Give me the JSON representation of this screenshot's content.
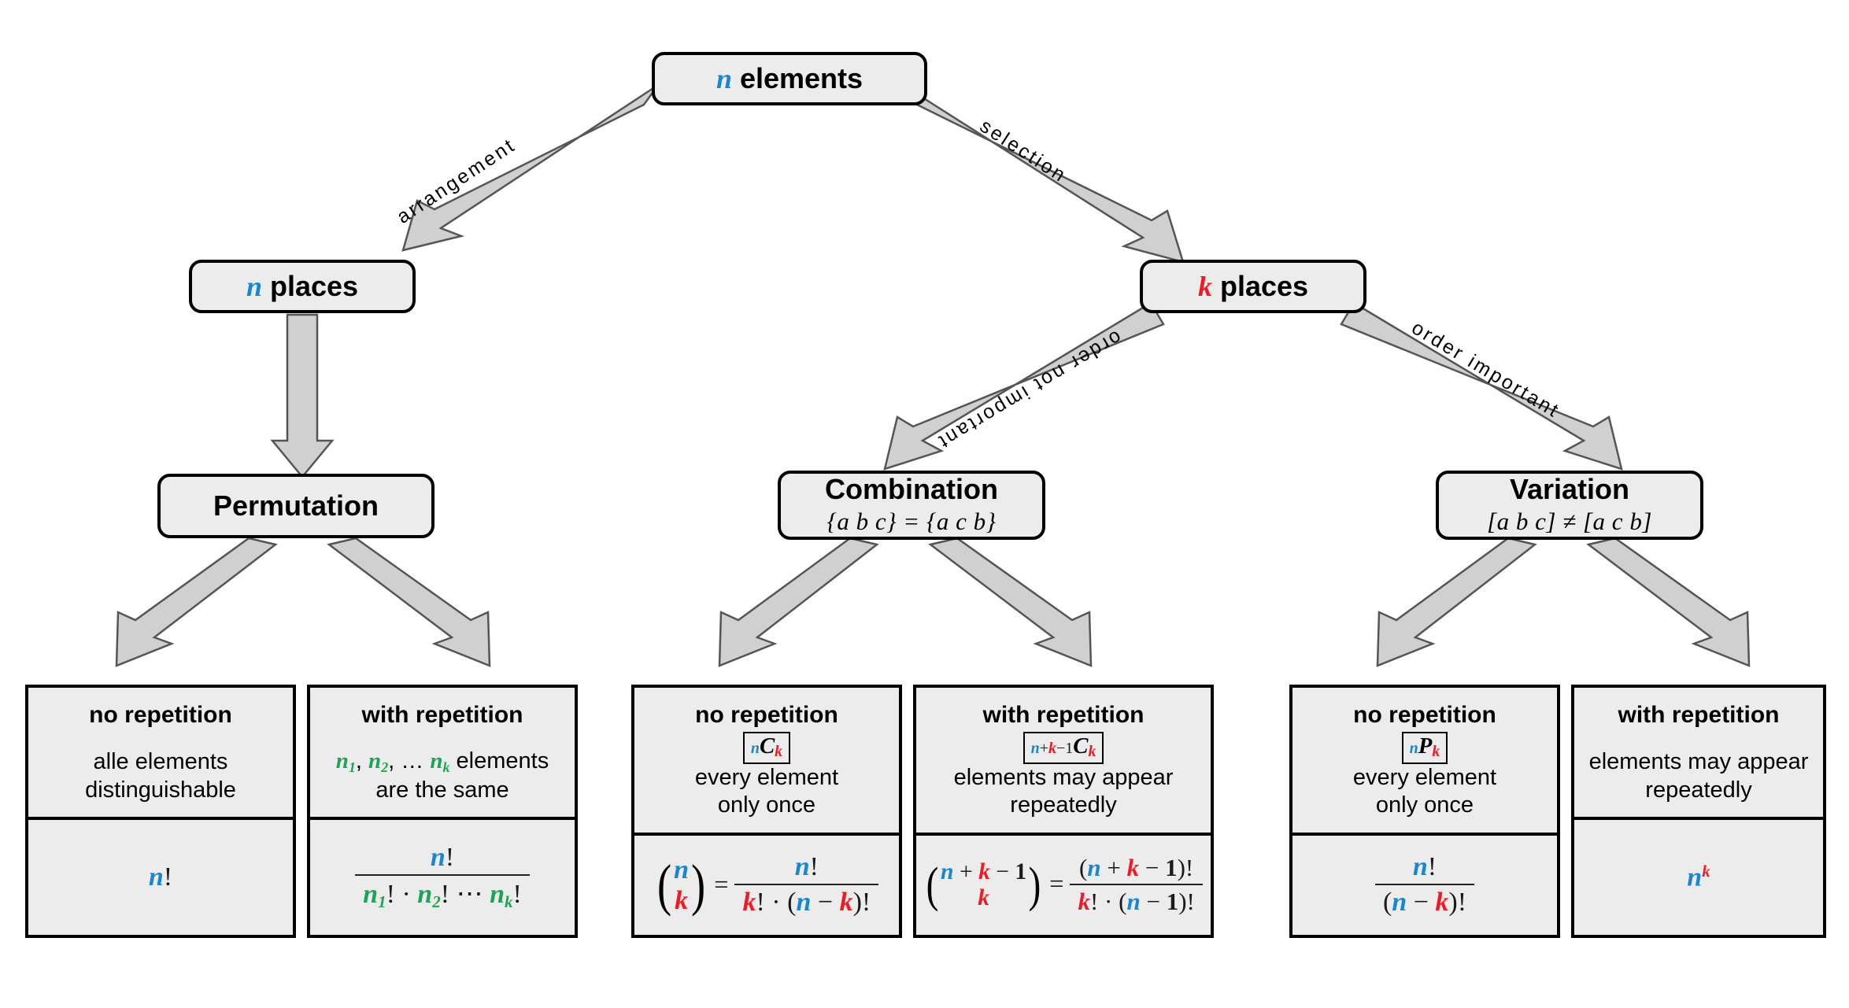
{
  "diagram": {
    "title": "Combinatorics decision tree",
    "colors": {
      "n": "#1a86d0",
      "k": "#ef1a24",
      "ni": "#1fa255",
      "box_fill": "#ececec",
      "box_border": "#000000",
      "arrow_fill": "#d0d0d0"
    }
  },
  "nodes": {
    "root": {
      "label_n": "n",
      "label_rest": " elements"
    },
    "n_places": {
      "label_n": "n",
      "label_rest": " places"
    },
    "k_places": {
      "label_k": "k",
      "label_rest": " places"
    },
    "permutation": {
      "title": "Permutation",
      "sub": ""
    },
    "combination": {
      "title": "Combination",
      "sub": "{a b c} = {a c b}"
    },
    "variation": {
      "title": "Variation",
      "sub": "[a b c] ≠ [a c b]"
    }
  },
  "edges": {
    "arrangement": "arrangement",
    "selection": "selection",
    "order_not_important": "order not important",
    "order_important": "order important"
  },
  "leaves": [
    {
      "id": "perm-no-rep",
      "header": "no repetition",
      "notation": "",
      "desc_line1": "alle elements",
      "desc_line2": "distinguishable",
      "formula_text": "n!"
    },
    {
      "id": "perm-with-rep",
      "header": "with repetition",
      "notation": "",
      "desc_line1": "n₁, n₂, … n_k elements",
      "desc_line2": "are the same",
      "formula_text": "n! / (n₁! · n₂! ⋯ n_k!)"
    },
    {
      "id": "comb-no-rep",
      "header": "no repetition",
      "notation": "nCk",
      "desc_line1": "every element",
      "desc_line2": "only once",
      "formula_text": "(n over k) = n! / (k! · (n − k)!)"
    },
    {
      "id": "comb-with-rep",
      "header": "with repetition",
      "notation": "n+k−1Ck",
      "desc_line1": "elements may appear",
      "desc_line2": "repeatedly",
      "formula_text": "(n+k−1 over k) = (n + k − 1)! / (k! · (n − 1)!)"
    },
    {
      "id": "var-no-rep",
      "header": "no repetition",
      "notation": "nPk",
      "desc_line1": "every element",
      "desc_line2": "only once",
      "formula_text": "n! / (n − k)!"
    },
    {
      "id": "var-with-rep",
      "header": "with repetition",
      "notation": "",
      "desc_line1": "elements may appear",
      "desc_line2": "repeatedly",
      "formula_text": "n^k"
    }
  ],
  "symbols": {
    "n": "n",
    "k": "k",
    "one": "1",
    "factorial": "!",
    "dot": "·",
    "minus": "−",
    "plus": "+",
    "equals": "=",
    "ldots": "…",
    "cdots": "⋯",
    "C": "C",
    "P": "P",
    "n1": "n",
    "n2": "n",
    "nk": "n",
    "sub1": "1",
    "sub2": "2",
    "subk": "k"
  }
}
